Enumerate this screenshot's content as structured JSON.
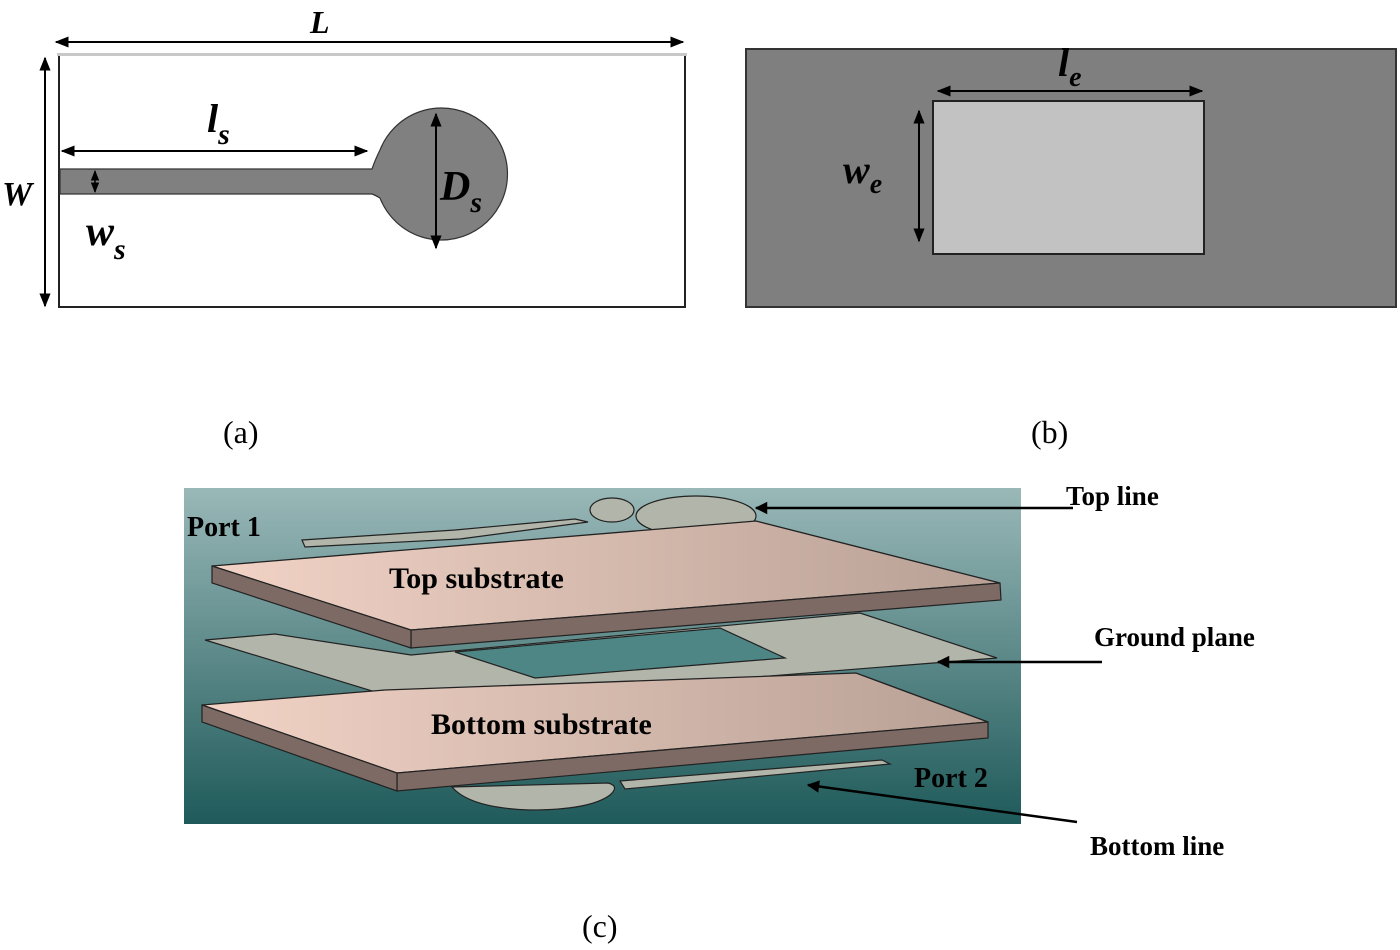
{
  "figure": {
    "panel_a": {
      "caption": "(a)",
      "labels": {
        "length": "L",
        "width": "W",
        "stub_length": "l",
        "stub_length_sub": "s",
        "stub_width": "w",
        "stub_width_sub": "s",
        "disk_diameter": "D",
        "disk_diameter_sub": "s"
      },
      "colors": {
        "substrate": "#ffffff",
        "conductor": "#808080",
        "outline": "#222222"
      }
    },
    "panel_b": {
      "caption": "(b)",
      "labels": {
        "slot_length": "l",
        "slot_length_sub": "e",
        "slot_width": "w",
        "slot_width_sub": "e"
      },
      "colors": {
        "ground": "#7f7f7f",
        "slot": "#c2c2c2"
      }
    },
    "panel_c": {
      "caption": "(c)",
      "labels": {
        "port1": "Port 1",
        "port2": "Port 2",
        "top_substrate": "Top substrate",
        "bottom_substrate": "Bottom substrate"
      },
      "callouts": {
        "top_line": "Top line",
        "ground_plane": "Ground plane",
        "bottom_line": "Bottom line"
      },
      "colors": {
        "background_top": "#9ab8b8",
        "background_bottom": "#1f5a5a",
        "substrate_top_face_light": "#f2d3c6",
        "substrate_top_face_dark": "#b8a095",
        "substrate_edge": "#7d6a64",
        "metal": "#b2b5aa"
      }
    }
  }
}
